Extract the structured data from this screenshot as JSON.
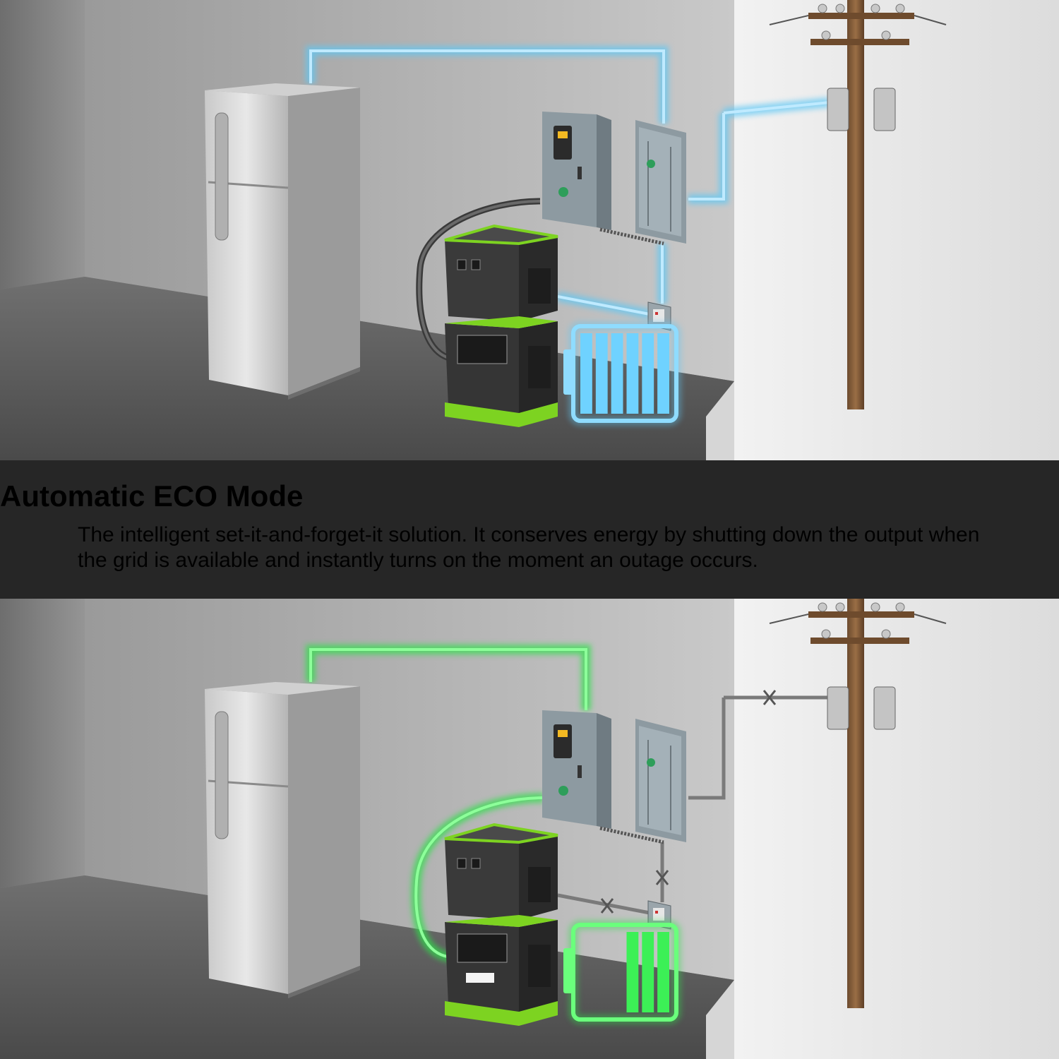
{
  "banner": {
    "title": "Automatic ECO Mode",
    "description": "The intelligent set-it-and-forget-it solution. It conserves energy by shutting down the output when the grid is available and instantly turns on the moment an outage occurs."
  },
  "panels": {
    "top": {
      "state": "grid available",
      "line_color": "#5ec8f5",
      "battery_bars_lit": 6,
      "battery_bars_total": 6,
      "grid_connected": true
    },
    "bottom": {
      "state": "outage",
      "line_color": "#2fe04a",
      "battery_bars_lit": 3,
      "battery_bars_total": 6,
      "grid_connected": false
    }
  },
  "icons": {
    "battery": "battery-icon",
    "break": "disconnected-x-icon"
  }
}
